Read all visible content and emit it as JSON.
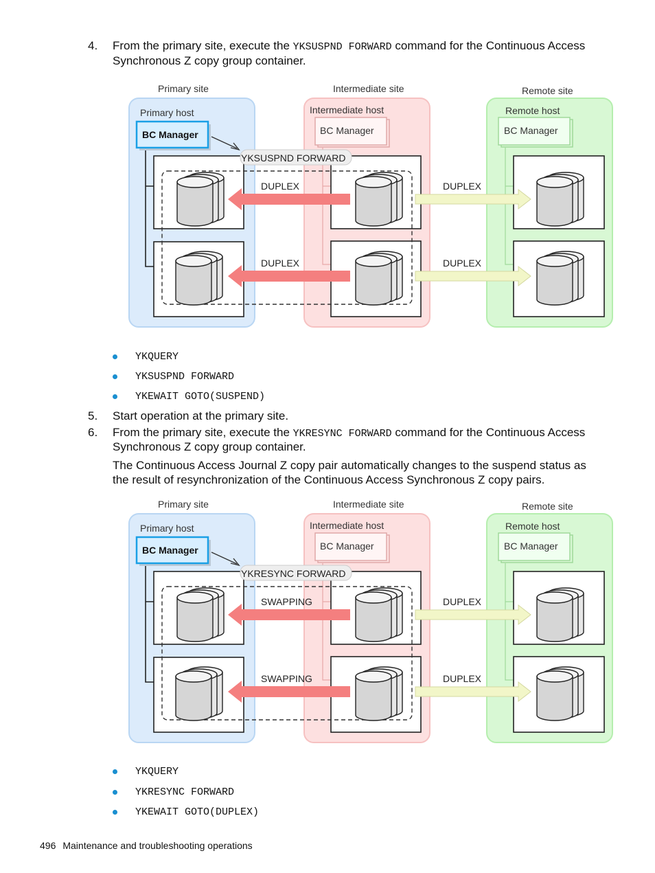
{
  "steps": [
    {
      "num": "4.",
      "before": "From the primary site, execute the ",
      "cmd": "YKSUSPND FORWARD",
      "after": " command for the Continuous Access",
      "line2": "Synchronous Z copy group container."
    },
    {
      "num": "5.",
      "text": "Start operation at the primary site."
    },
    {
      "num": "6.",
      "before": "From the primary site, execute the ",
      "cmd": "YKRESYNC FORWARD",
      "after": " command for the Continuous Access",
      "line2": "Synchronous Z copy group container.",
      "para1": "The Continuous Access Journal Z copy pair automatically changes to the suspend status as",
      "para2": "the result of resynchronization of the Continuous Access Synchronous Z copy pairs."
    }
  ],
  "diagram_common": {
    "primary_site": "Primary site",
    "intermediate_site": "Intermediate site",
    "remote_site": "Remote site",
    "primary_host": "Primary host",
    "intermediate_host": "Intermediate host",
    "remote_host": "Remote host",
    "bc_manager": "BC Manager"
  },
  "diagram1": {
    "command": "YKSUSPND FORWARD",
    "left_status": "DUPLEX",
    "right_status": "DUPLEX"
  },
  "diagram2": {
    "command": "YKRESYNC FORWARD",
    "left_status": "SWAPPING",
    "right_status": "DUPLEX"
  },
  "bullets1": [
    "YKQUERY",
    "YKSUSPND FORWARD",
    "YKEWAIT GOTO(SUSPEND)"
  ],
  "bullets2": [
    "YKQUERY",
    "YKRESYNC FORWARD",
    "YKEWAIT GOTO(DUPLEX)"
  ],
  "footer": {
    "page_number": "496",
    "title": "Maintenance and troubleshooting operations"
  },
  "colors": {
    "primary_fill": "#dcebfb",
    "intermediate_fill": "#fde0e0",
    "remote_fill": "#d8f8d4",
    "left_arrow": "#f47f7f",
    "right_arrow": "#f2f6c8",
    "bullet": "#1a8fd0"
  }
}
